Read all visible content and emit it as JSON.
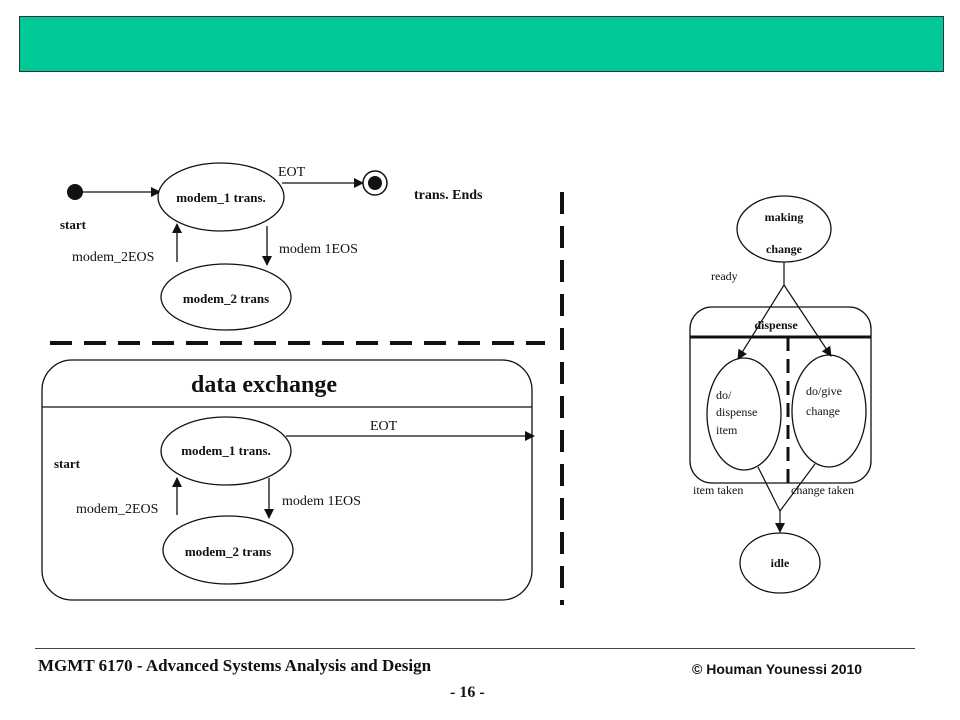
{
  "header": {
    "color": "#00c897"
  },
  "top_diagram": {
    "state1": "modem_1 trans.",
    "state2": "modem_2 trans",
    "start": "start",
    "eot": "EOT",
    "end": "trans. Ends",
    "up_label": "modem_2EOS",
    "down_label": "modem 1EOS"
  },
  "bottom_diagram": {
    "title": "data exchange",
    "state1": "modem_1 trans.",
    "state2": "modem_2 trans",
    "start": "start",
    "eot": "EOT",
    "up_label": "modem_2EOS",
    "down_label": "modem 1EOS"
  },
  "right_diagram": {
    "making_1": "making",
    "making_2": "change",
    "ready": "ready",
    "dispense": "dispense",
    "left_1": "do/",
    "left_2": "dispense",
    "left_3": "item",
    "right_1": "do/give",
    "right_2": "change",
    "item_taken": "item taken",
    "change_taken": "change taken",
    "idle": "idle"
  },
  "footer": {
    "course": "MGMT 6170 - Advanced Systems Analysis and Design",
    "copyright": "© Houman Younessi 2010",
    "page": "- 16 -"
  }
}
